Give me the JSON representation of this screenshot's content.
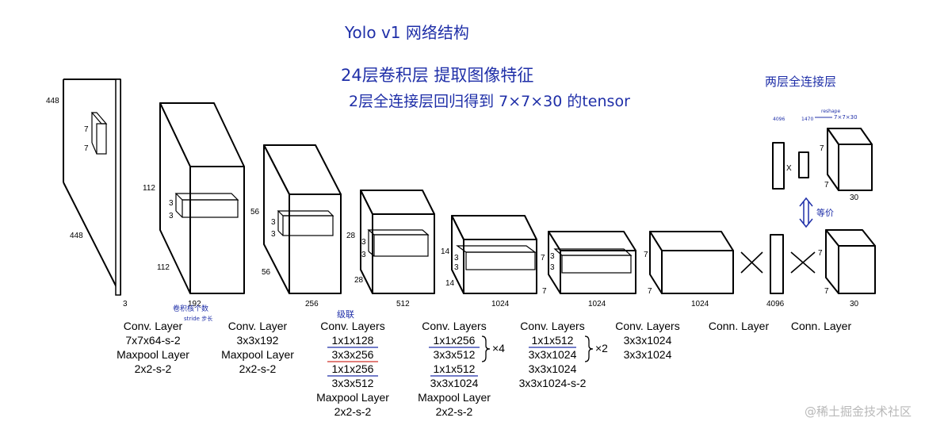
{
  "annotations": {
    "title": "Yolo v1 网络结构",
    "line1": "24层卷积层 提取图像特征",
    "line2": "2层全连接层回归得到 7×7×30 的tensor",
    "fc_note": "两层全连接层",
    "equiv": "等价",
    "kernel_count": "卷积核个数",
    "stride": "stride 步长",
    "cascade": "级联",
    "fc_small_4096": "4096",
    "fc_small_1470": "1470",
    "fc_small_reshape": "reshape",
    "fc_small_result": "7×7×30"
  },
  "input": {
    "h": "448",
    "w": "448",
    "c": "3",
    "k1": "7",
    "k2": "7"
  },
  "blocks": [
    {
      "h": "112",
      "w": "112",
      "c": "192",
      "k1": "3",
      "k2": "3"
    },
    {
      "h": "56",
      "w": "56",
      "c": "256",
      "k1": "3",
      "k2": "3"
    },
    {
      "h": "28",
      "w": "28",
      "c": "512",
      "k1": "3",
      "k2": "3"
    },
    {
      "h": "14",
      "w": "14",
      "c": "1024",
      "k1": "3",
      "k2": "3"
    },
    {
      "h": "7",
      "w": "7",
      "c": "1024",
      "k1": "3",
      "k2": "3"
    },
    {
      "h": "7",
      "w": "7",
      "c": "1024"
    }
  ],
  "fc": {
    "size": "4096",
    "out_h": "7",
    "out_w": "7",
    "out_c": "30"
  },
  "fc_top": {
    "out_h": "7",
    "out_w": "7",
    "out_c": "30"
  },
  "captions": [
    {
      "title": "Conv. Layer",
      "lines": [
        "7x7x64-s-2",
        "Maxpool Layer",
        "2x2-s-2"
      ]
    },
    {
      "title": "Conv. Layer",
      "lines": [
        "3x3x192",
        "Maxpool Layer",
        "2x2-s-2"
      ]
    },
    {
      "title": "Conv. Layers",
      "lines": [
        "1x1x128",
        "3x3x256",
        "1x1x256",
        "3x3x512",
        "Maxpool Layer",
        "2x2-s-2"
      ]
    },
    {
      "title": "Conv. Layers",
      "lines": [
        "1x1x256",
        "3x3x512",
        "1x1x512",
        "3x3x1024",
        "Maxpool Layer",
        "2x2-s-2"
      ],
      "repeat": "×4"
    },
    {
      "title": "Conv. Layers",
      "lines": [
        "1x1x512",
        "3x3x1024",
        "3x3x1024",
        "3x3x1024-s-2"
      ],
      "repeat": "×2"
    },
    {
      "title": "Conv. Layers",
      "lines": [
        "3x3x1024",
        "3x3x1024"
      ]
    },
    {
      "title": "Conn. Layer",
      "lines": []
    },
    {
      "title": "Conn. Layer",
      "lines": []
    }
  ],
  "watermark": "@稀土掘金技术社区",
  "colors": {
    "handwriting": "#1f2fa8",
    "underline_blue": "#1f2fa8",
    "underline_red": "#d0302b"
  }
}
